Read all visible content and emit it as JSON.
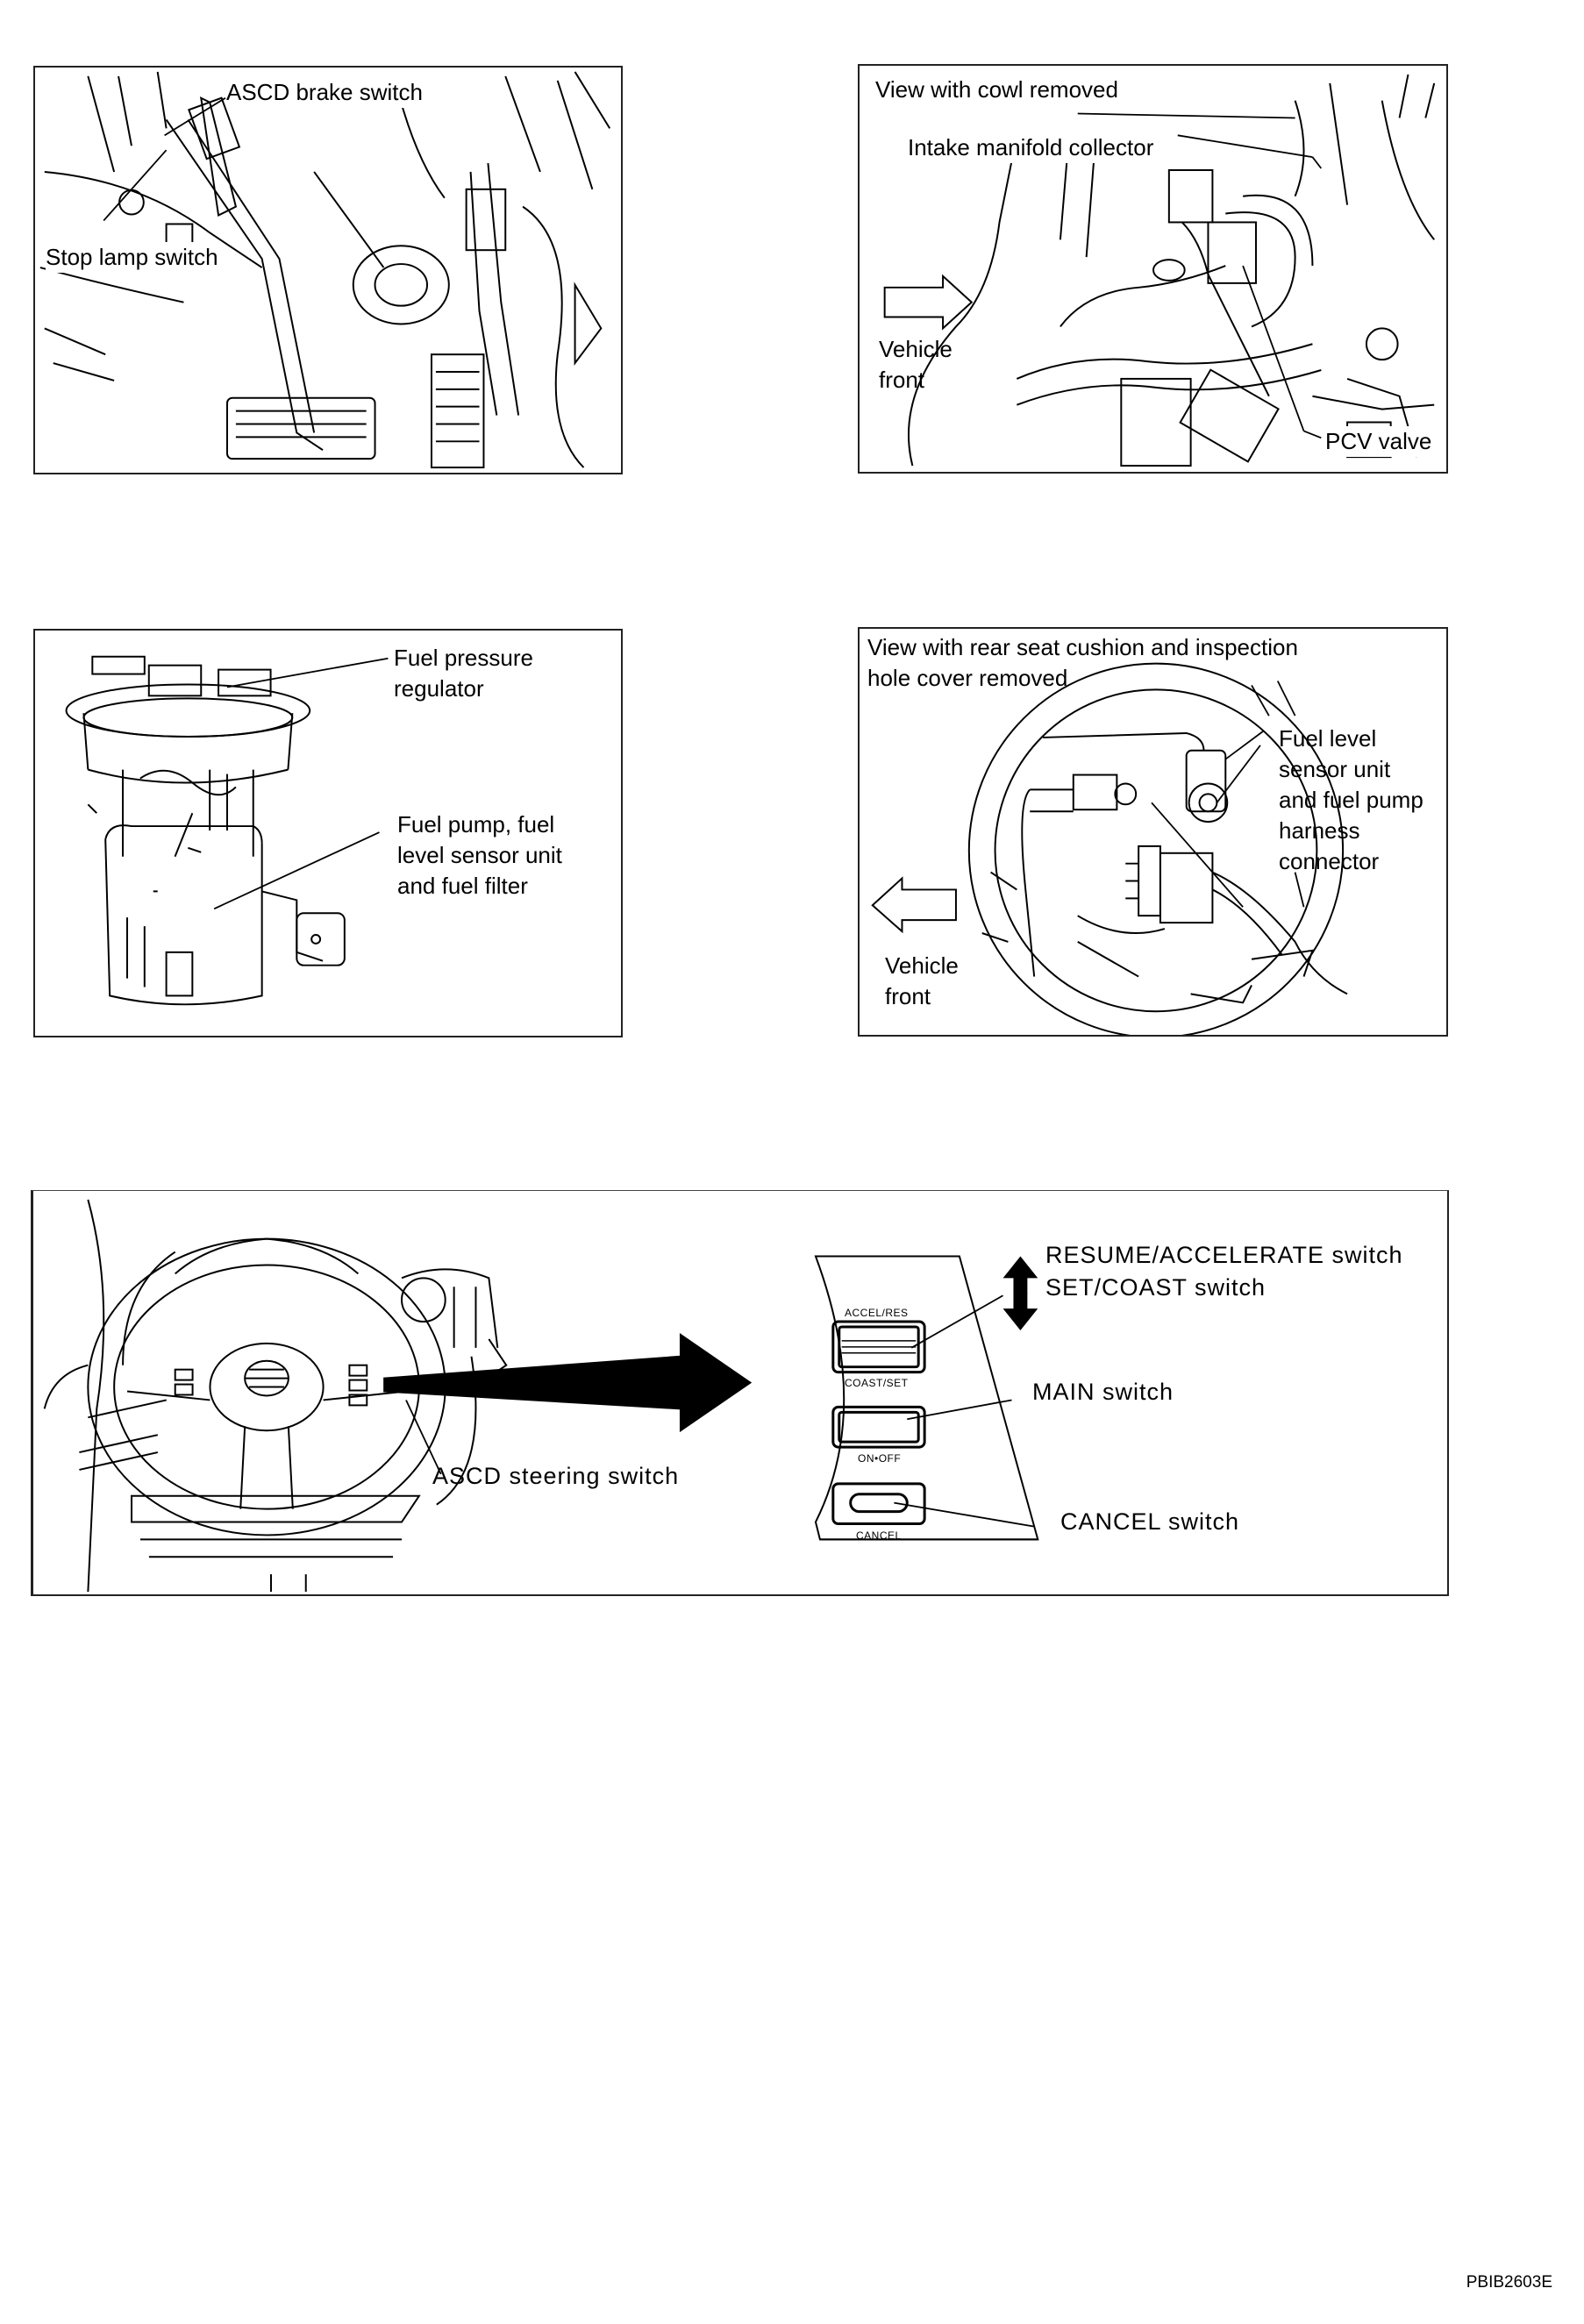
{
  "panels": {
    "pedal": {
      "labels": {
        "brake_switch": "ASCD brake switch",
        "stop_lamp": "Stop lamp switch"
      }
    },
    "cowl": {
      "labels": {
        "view": "View with cowl removed",
        "intake": "Intake manifold collector",
        "vehicle_front": "Vehicle\nfront",
        "pcv": "PCV valve"
      }
    },
    "fuel_pump": {
      "labels": {
        "regulator": "Fuel pressure\nregulator",
        "pump": "Fuel pump, fuel\nlevel sensor unit\nand fuel filter"
      }
    },
    "rear_seat": {
      "labels": {
        "view": "View with rear seat cushion and inspection\nhole cover removed",
        "sensor": "Fuel level\nsensor unit\nand fuel pump\nharness\nconnector",
        "vehicle_front": "Vehicle\nfront"
      }
    },
    "steering": {
      "labels": {
        "resume": "RESUME/ACCELERATE switch",
        "set": "SET/COAST switch",
        "main": "MAIN switch",
        "cancel": "CANCEL switch",
        "steering_switch": "ASCD steering switch"
      },
      "button_text": {
        "accel_res": "ACCEL/RES",
        "coast_set": "COAST/SET",
        "on_off": "ON•OFF",
        "cancel": "CANCEL"
      }
    }
  },
  "figure_code": "PBIB2603E"
}
